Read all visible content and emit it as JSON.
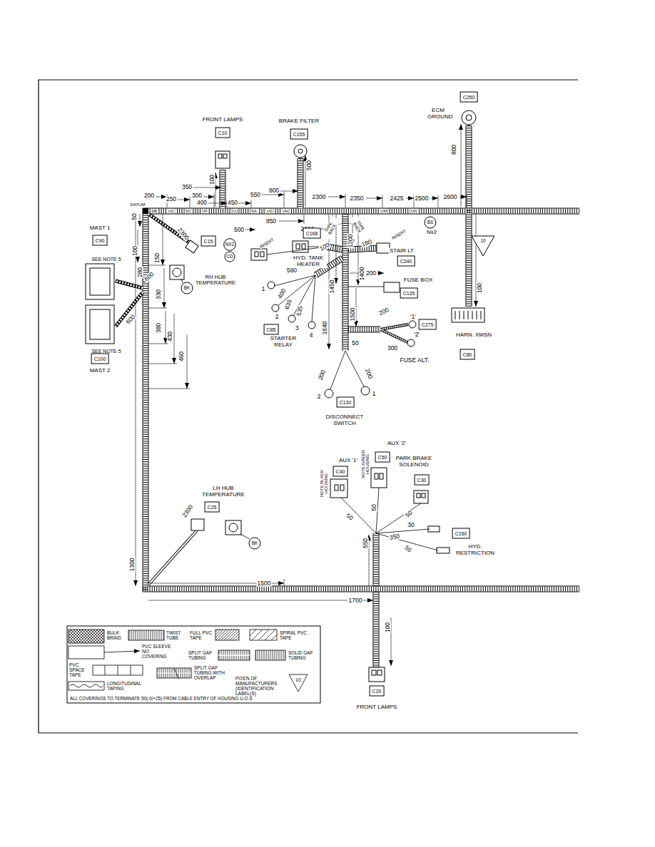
{
  "diagram": {
    "nodes": [
      {
        "text": [
          "FRONT LAMPS",
          "C10"
        ]
      },
      {
        "text": [
          "BRAKE FILTER",
          "C155"
        ]
      },
      {
        "text": [
          "C250",
          "ECM GROUND"
        ]
      },
      {
        "text": [
          "MAST 1",
          "C90"
        ]
      },
      {
        "text": [
          "C15"
        ]
      },
      {
        "text": [
          "NX2"
        ]
      },
      {
        "text": [
          "CD"
        ]
      },
      {
        "text": [
          "C168",
          "HYD. TANK HEATER"
        ]
      },
      {
        "text": [
          "STAIR LT",
          "C240"
        ]
      },
      {
        "text": [
          "BS",
          "Nx2"
        ]
      },
      {
        "text": [
          "10"
        ]
      },
      {
        "text": [
          "BK"
        ]
      },
      {
        "text": [
          "C85",
          "STARTER RELAY"
        ]
      },
      {
        "text": [
          "FUSE BOX",
          "C135"
        ]
      },
      {
        "text": [
          "C275"
        ]
      },
      {
        "text": [
          "HARN. XMSN",
          "C80"
        ]
      },
      {
        "text": [
          "C100",
          "MAST 2"
        ]
      },
      {
        "text": [
          "C130",
          "DISCONNECT SWITCH"
        ]
      },
      {
        "text": [
          "AUX '1'",
          "C40"
        ]
      },
      {
        "text": [
          "AUX '2'",
          "C50"
        ]
      },
      {
        "text": [
          "PARK BRAKE SOLENOID",
          "C30"
        ]
      },
      {
        "text": [
          "LH HUB TEMPERATURE",
          "C25"
        ]
      },
      {
        "text": [
          "BK"
        ]
      },
      {
        "text": [
          "C150",
          "HYD. RESTRICTION"
        ]
      },
      {
        "text": [
          "C20",
          "FRONT LAMPS"
        ]
      }
    ],
    "labels": [
      "DATUM",
      "200",
      "250",
      "300",
      "350",
      "400",
      "100",
      "450",
      "500",
      "550",
      "800",
      "850",
      "500",
      "2000",
      "2300",
      "2350",
      "2425",
      "2500",
      "2600",
      "800",
      "SB",
      "UC",
      "SC",
      "UF",
      "UJ",
      "SA",
      "UG",
      "UH",
      "UM",
      "UN",
      "50",
      "100",
      "280",
      "150",
      "330",
      "380",
      "430",
      "460",
      "600",
      "600",
      "2300",
      "SEE NOTE 5",
      "SEE NOTE 5",
      "RH HUB TEMPERATURE",
      "INSERT",
      "TAPE BACK",
      "TAPE BACK",
      "INSERT",
      "100",
      "1200",
      "180",
      "580",
      "1400",
      "200",
      "1",
      "400",
      "2",
      "635",
      "535",
      "3",
      "4",
      "1450",
      "1500",
      "1640",
      "200",
      "'1'",
      "'2'",
      "300",
      "FUSE ALT.",
      "50",
      "200",
      "200",
      "2",
      "1",
      "100",
      "NOTE:BLACK HOUSING",
      "NOTE:GREEN HOUSING",
      "50",
      "50",
      "50",
      "30",
      "350",
      "50",
      "550",
      "2300",
      "1300",
      "1500",
      "1700",
      "100",
      "10",
      "ALL COVERINGS TO TERMINATE 50(-0/+25) FROM CABLE ENTRY OF HOUSING U.O.S."
    ],
    "legend": [
      {
        "text": "BULK BRAID"
      },
      {
        "text": "TWIST TUBE"
      },
      {
        "text": "FULL PVC TAPE"
      },
      {
        "text": "SPIRAL PVC TAPE"
      },
      {
        "text": "PVC SLEEVE NO COVERING"
      },
      {
        "text": "SPLIT GAF TUBING"
      },
      {
        "text": "SOLID GAF TUBING"
      },
      {
        "text": "PVC SPACE TAPE"
      },
      {
        "text": "SPLIT GAF TUBING WITH OVERLAP"
      },
      {
        "text": "LONGITUDINAL TAPING"
      },
      {
        "text": "POS'N OF MANUFACTURERS (IDENTIFICATION LABEL(S)"
      }
    ]
  }
}
